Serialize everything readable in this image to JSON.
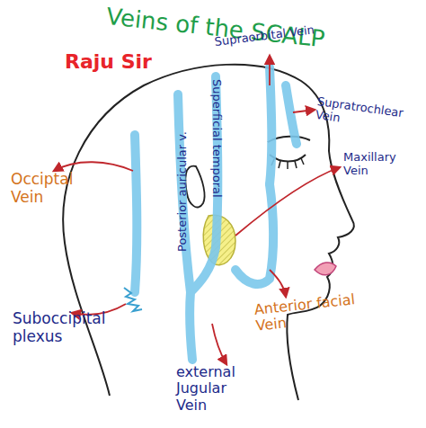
{
  "diagram": {
    "title": "Veins of the SCALP",
    "labels": [
      "Raju Sir",
      "Supraorbital Vein",
      "Superficial temporal",
      "Supratrochlear Vein",
      "Posterior auricular v.",
      "Maxillary Vein",
      "Occiptal Vein",
      "Suboccipital plexus",
      "Anterior facial Vein",
      "external Jugular Vein"
    ]
  }
}
